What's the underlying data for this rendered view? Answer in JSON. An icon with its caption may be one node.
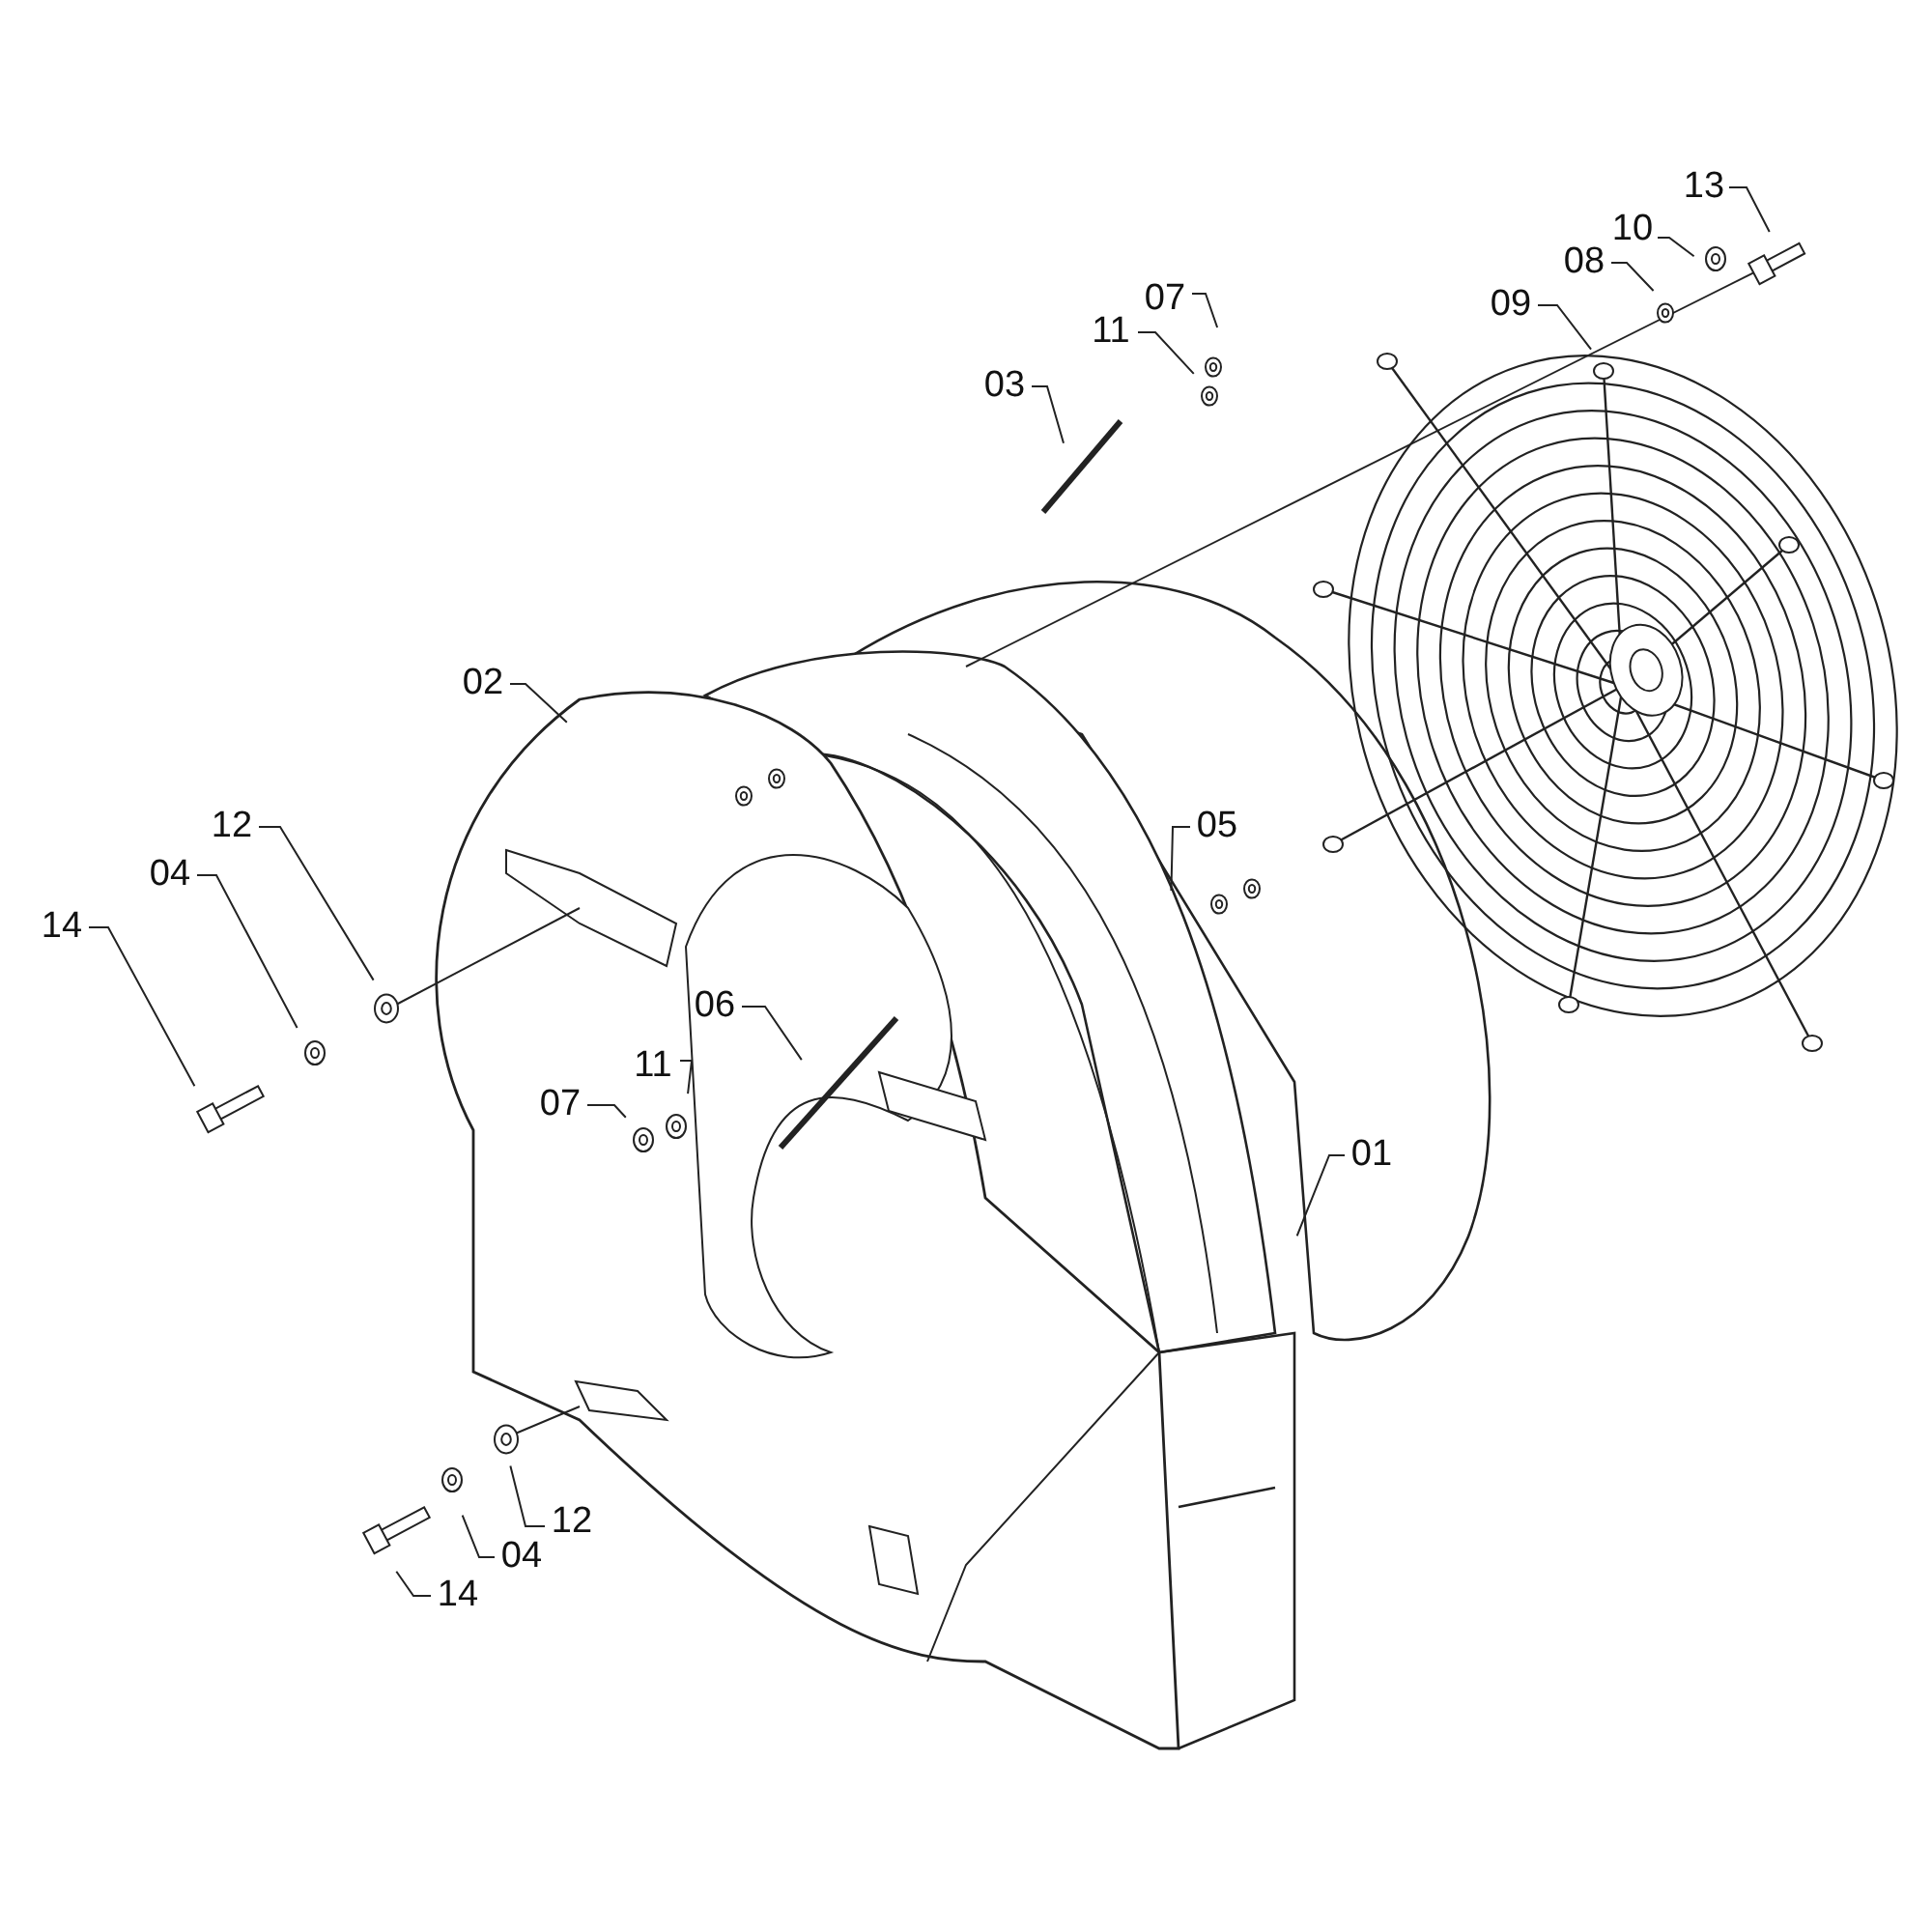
{
  "diagram": {
    "nodes": [
      {
        "text": [
          "13"
        ]
      },
      {
        "text": [
          "10"
        ]
      },
      {
        "text": [
          "08"
        ]
      },
      {
        "text": [
          "09"
        ]
      },
      {
        "text": [
          "07"
        ]
      },
      {
        "text": [
          "11"
        ]
      },
      {
        "text": [
          "03"
        ]
      },
      {
        "text": [
          "02"
        ]
      },
      {
        "text": [
          "12"
        ]
      },
      {
        "text": [
          "04"
        ]
      },
      {
        "text": [
          "14"
        ]
      },
      {
        "text": [
          "05"
        ]
      },
      {
        "text": [
          "06"
        ]
      },
      {
        "text": [
          "11"
        ]
      },
      {
        "text": [
          "07"
        ]
      },
      {
        "text": [
          "01"
        ]
      },
      {
        "text": [
          "12"
        ]
      },
      {
        "text": [
          "04"
        ]
      },
      {
        "text": [
          "14"
        ]
      }
    ],
    "edges": [
      {
        "from": 0,
        "to": null,
        "arrow": "none"
      },
      {
        "from": 1,
        "to": null,
        "arrow": "none"
      },
      {
        "from": 2,
        "to": null,
        "arrow": "none"
      },
      {
        "from": 3,
        "to": null,
        "arrow": "none"
      },
      {
        "from": 4,
        "to": null,
        "arrow": "none"
      },
      {
        "from": 5,
        "to": null,
        "arrow": "none"
      },
      {
        "from": 6,
        "to": null,
        "arrow": "none"
      },
      {
        "from": 7,
        "to": null,
        "arrow": "none"
      },
      {
        "from": 8,
        "to": null,
        "arrow": "none"
      },
      {
        "from": 9,
        "to": null,
        "arrow": "none"
      },
      {
        "from": 10,
        "to": null,
        "arrow": "none"
      },
      {
        "from": 11,
        "to": null,
        "arrow": "none"
      },
      {
        "from": 12,
        "to": null,
        "arrow": "none"
      },
      {
        "from": 13,
        "to": null,
        "arrow": "none"
      },
      {
        "from": 14,
        "to": null,
        "arrow": "none"
      },
      {
        "from": 15,
        "to": null,
        "arrow": "none"
      },
      {
        "from": 16,
        "to": null,
        "arrow": "none"
      },
      {
        "from": 17,
        "to": null,
        "arrow": "none"
      },
      {
        "from": 18,
        "to": null,
        "arrow": "none"
      }
    ]
  }
}
